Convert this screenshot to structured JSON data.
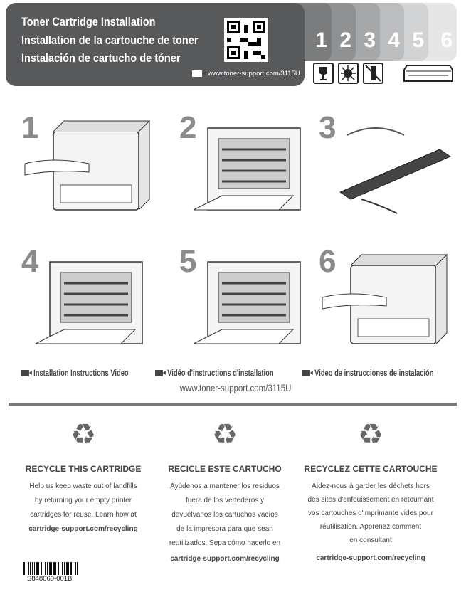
{
  "header": {
    "titles": [
      "Toner Cartridge Installation",
      "Installation de la cartouche de toner",
      "Instalación de cartucho de tóner"
    ],
    "url": "www.toner-support.com/3115U"
  },
  "step_tabs": [
    "1",
    "2",
    "3",
    "4",
    "5",
    "6"
  ],
  "steps": [
    {
      "number": "1"
    },
    {
      "number": "2"
    },
    {
      "number": "3"
    },
    {
      "number": "4"
    },
    {
      "number": "5"
    },
    {
      "number": "6"
    }
  ],
  "video": {
    "labels": [
      "Installation Instructions Video",
      "Vidéo d'instructions d'installation",
      "Video de instrucciones de instalación"
    ],
    "url": "www.toner-support.com/3115U"
  },
  "recycle": [
    {
      "heading": "RECYCLE THIS CARTRIDGE",
      "lines": [
        "Help us keep waste out of landfills",
        "by returning your empty printer",
        "cartridges for reuse. Learn how at"
      ],
      "link": "cartridge-support.com/recycling"
    },
    {
      "heading": "RECICLE ESTE CARTUCHO",
      "lines": [
        "Ayúdenos a mantener los residuos",
        "fuera de los vertederos y",
        "devuélvanos los cartuchos vacíos",
        "de la impresora para que sean",
        "reutilizados. Sepa cómo hacerlo en"
      ],
      "link": "cartridge-support.com/recycling"
    },
    {
      "heading": "RECYCLEZ CETTE CARTOUCHE",
      "lines": [
        "Aidez-nous à garder les déchets hors",
        "des sites d'enfouissement en retournant",
        "vos cartouches d'imprimante vides pour",
        "réutilisation. Apprenez comment",
        "en consultant"
      ],
      "link": "cartridge-support.com/recycling"
    }
  ],
  "barcode": "S848060-001B"
}
